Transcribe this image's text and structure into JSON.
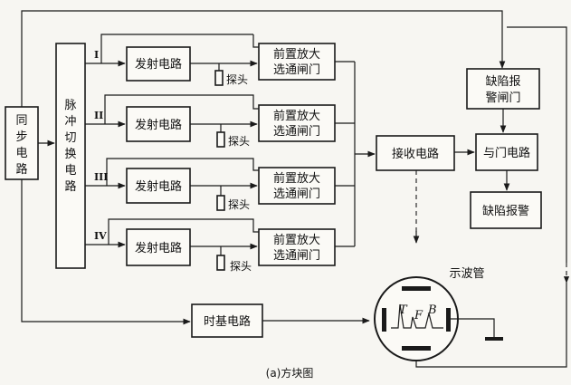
{
  "blocks": {
    "sync": [
      "同",
      "步",
      "电",
      "路"
    ],
    "pulse_switch": [
      "脉",
      "冲",
      "切",
      "换",
      "电",
      "路"
    ],
    "transmit": "发射电路",
    "preamp_line1": "前置放大",
    "preamp_line2": "选通闸门",
    "probe": "探头",
    "receive": "接收电路",
    "defect_gate_line1": "缺陷报",
    "defect_gate_line2": "警闸门",
    "and_gate": "与门电路",
    "defect_alarm": "缺陷报警",
    "timebase": "时基电路",
    "crt": "示波管"
  },
  "channels": [
    "I",
    "II",
    "III",
    "IV"
  ],
  "crt_markers": [
    "T",
    "F",
    "B"
  ],
  "caption": "(a)方块图"
}
